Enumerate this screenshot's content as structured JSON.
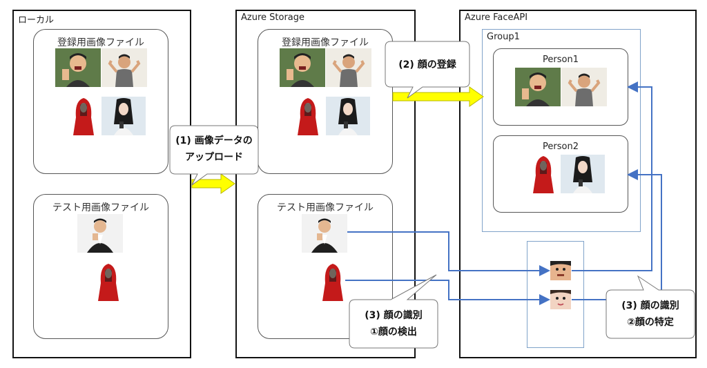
{
  "panels": {
    "local": "ローカル",
    "storage": "Azure Storage",
    "faceapi": "Azure FaceAPI"
  },
  "cards": {
    "local_register": "登録用画像ファイル",
    "local_test": "テスト用画像ファイル",
    "storage_register": "登録用画像ファイル",
    "storage_test": "テスト用画像ファイル"
  },
  "group": "Group1",
  "persons": {
    "person1": "Person1",
    "person2": "Person2"
  },
  "callouts": {
    "upload_line1": "(1) 画像データの",
    "upload_line2": "アップロード",
    "register": "(2) 顔の登録",
    "identify_detect_line1": "(3) 顔の識別",
    "identify_detect_line2": "①顔の検出",
    "identify_specify_line1": "(3) 顔の識別",
    "identify_specify_line2": "②顔の特定"
  },
  "colors": {
    "arrow_fill": "#ffff00",
    "arrow_stroke": "#b8b800",
    "connector": "#4472c4",
    "group_border": "#7fa2c9"
  },
  "images": [
    "man-grimace-photo",
    "man-flexing-photo",
    "red-hood-woman-photo",
    "woman-phone-photo",
    "man-suit-thinking-photo",
    "face-crop-man",
    "face-crop-woman"
  ]
}
